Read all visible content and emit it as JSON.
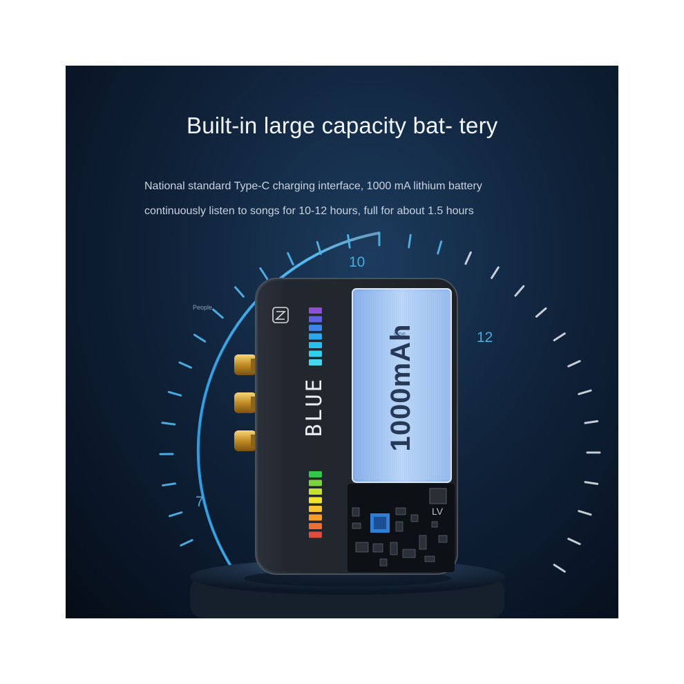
{
  "headline": "Built-in large capacity bat- tery",
  "subtitle_line1": "National standard Type-C charging interface, 1000 mA lithium battery",
  "subtitle_line2": "continuously listen to songs for 10-12 hours, full for about 1.5 hours",
  "gauge": {
    "labels": [
      "10",
      "12",
      "7"
    ],
    "small_text": "People",
    "accent_color": "#3fa2dc"
  },
  "device": {
    "logo_text": "BLUE",
    "battery_label": "1000mAh",
    "battery_small_text": "One",
    "board_text": "LV",
    "body_color": "#2a2f36",
    "battery_color": "#a9c8f2"
  }
}
